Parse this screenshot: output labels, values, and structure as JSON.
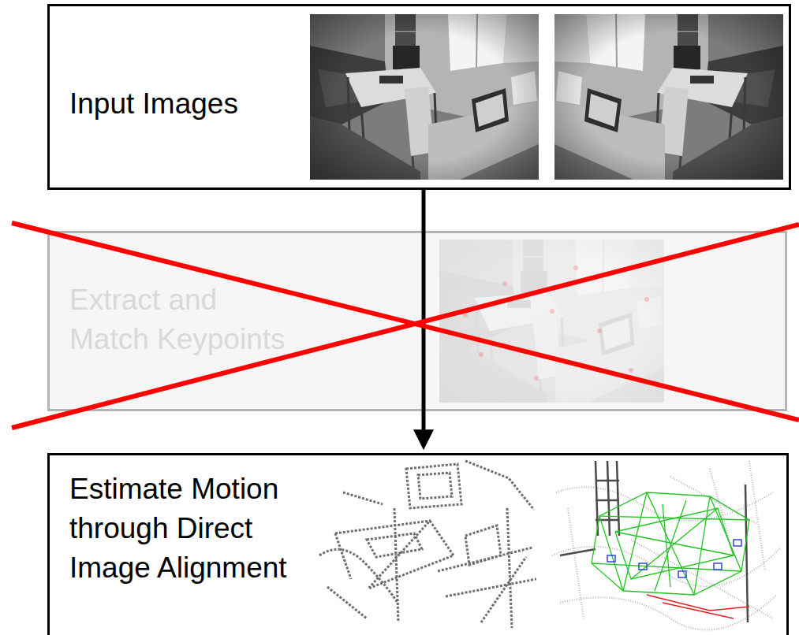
{
  "diagram": {
    "nodes": [
      {
        "text": [
          "Input Images"
        ]
      },
      {
        "text": [
          "Extract and Match Keypoints"
        ]
      },
      {
        "text": [
          "Estimate Motion through Direct Image Alignment"
        ]
      }
    ],
    "edges": [
      {
        "from": 0,
        "to": 2,
        "arrow": "to"
      }
    ]
  }
}
